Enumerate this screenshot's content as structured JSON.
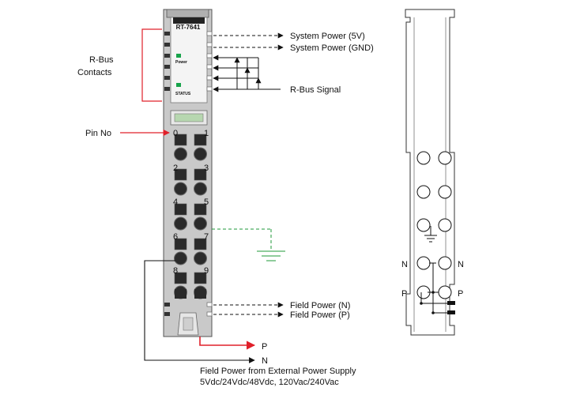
{
  "module": {
    "model": "RT-7641",
    "led_power_label": "Power",
    "led_status_label": "STATUS"
  },
  "annotations": {
    "system_power_5v": "System Power (5V)",
    "system_power_gnd": "System Power (GND)",
    "rbus_signal": "R-Bus Signal",
    "rbus_contacts_line1": "R-Bus",
    "rbus_contacts_line2": "Contacts",
    "pin_no": "Pin No",
    "field_power_n": "Field Power (N)",
    "field_power_p": "Field Power (P)",
    "supply_p": "P",
    "supply_n": "N",
    "supply_line1": "Field Power from External Power Supply",
    "supply_line2": "5Vdc/24Vdc/48Vdc, 120Vac/240Vac"
  },
  "pins": [
    "0",
    "1",
    "2",
    "3",
    "4",
    "5",
    "6",
    "7",
    "8",
    "9"
  ],
  "schematic": {
    "n_left": "N",
    "n_right": "N",
    "p_left": "P",
    "p_right": "P"
  },
  "colors": {
    "module_body": "#c9c9c9",
    "bracket_red": "#e0202a",
    "ground_green": "#1f9a3a",
    "led_green": "#17a34a",
    "wire": "#111111"
  }
}
